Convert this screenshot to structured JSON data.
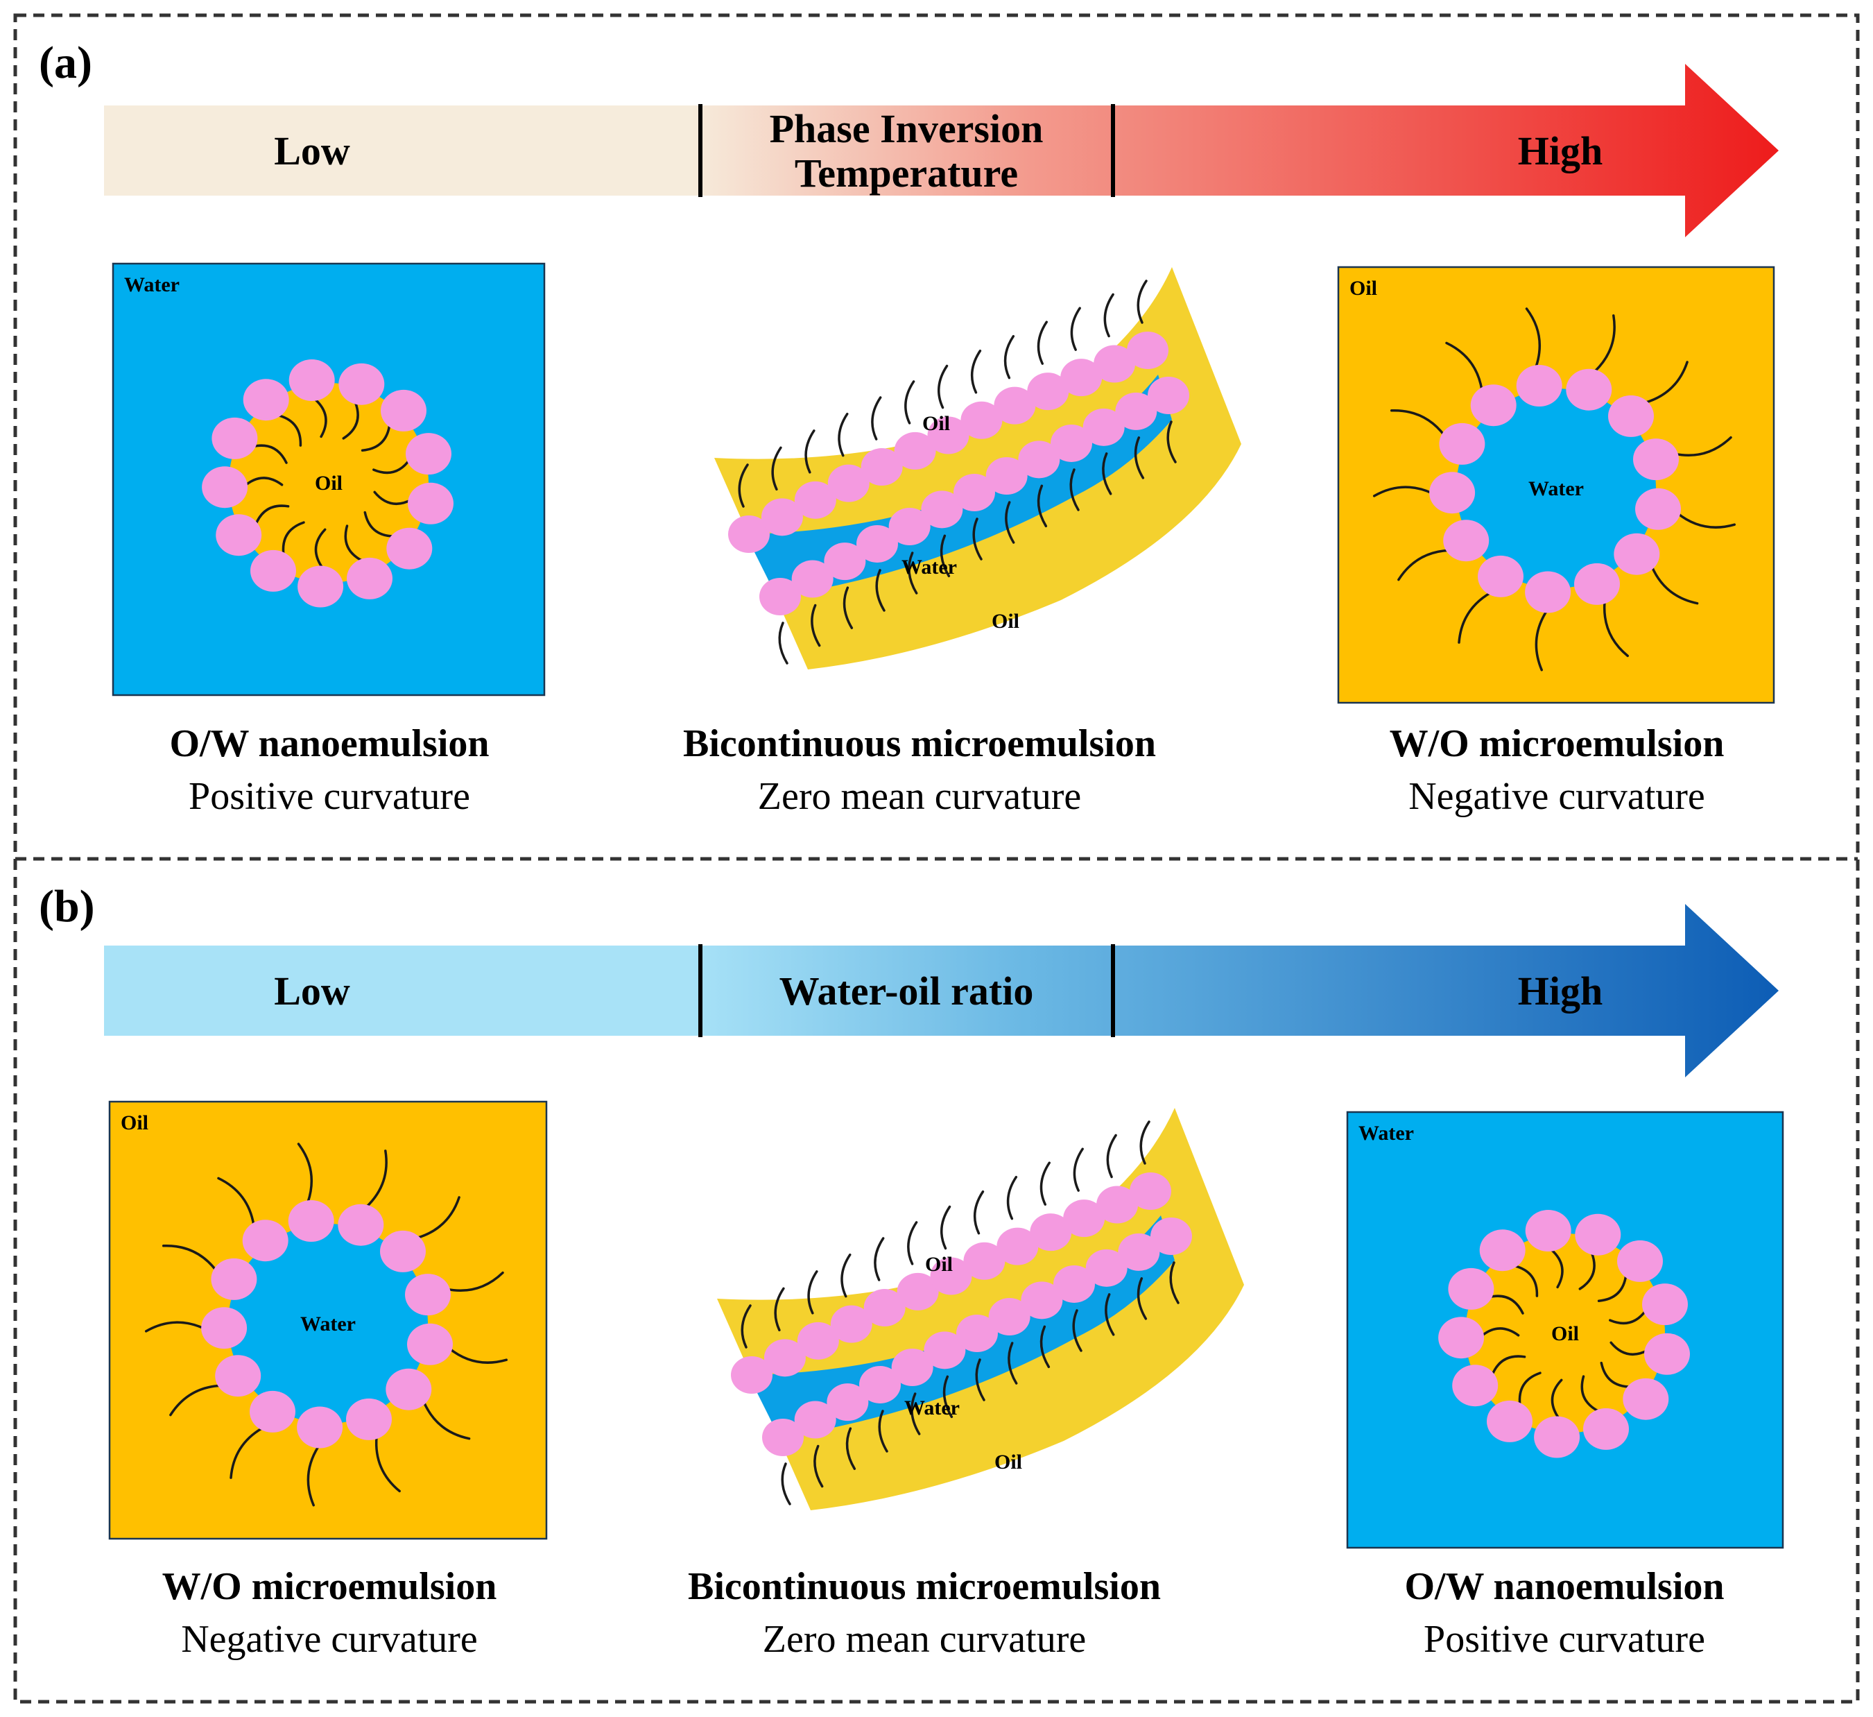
{
  "panels": [
    {
      "label": "(a)",
      "arrow": {
        "low": "Low",
        "mid_lines": [
          "Phase Inversion",
          "Temperature"
        ],
        "high": "High",
        "theme": "temperature"
      },
      "colors": {
        "bar_light": "#f6ecdc",
        "bar_mid": "#f39b8e",
        "bar_high": "#ee1c1c"
      },
      "items": [
        {
          "kind": "ow",
          "outer_label": "Water",
          "inner_label": "Oil",
          "title": "O/W nanoemulsion",
          "subtitle": "Positive curvature"
        },
        {
          "kind": "bi",
          "oil_label": "Oil",
          "water_label": "Water",
          "title": "Bicontinuous microemulsion",
          "subtitle": "Zero mean curvature"
        },
        {
          "kind": "wo",
          "outer_label": "Oil",
          "inner_label": "Water",
          "title": "W/O microemulsion",
          "subtitle": "Negative curvature"
        }
      ]
    },
    {
      "label": "(b)",
      "arrow": {
        "low": "Low",
        "mid_lines": [
          "Water-oil ratio"
        ],
        "high": "High",
        "theme": "water"
      },
      "colors": {
        "bar_light": "#a8e2f7",
        "bar_mid": "#6ab8e4",
        "bar_high": "#0d5db5"
      },
      "items": [
        {
          "kind": "wo",
          "outer_label": "Oil",
          "inner_label": "Water",
          "title": "W/O microemulsion",
          "subtitle": "Negative curvature"
        },
        {
          "kind": "bi",
          "oil_label": "Oil",
          "water_label": "Water",
          "title": "Bicontinuous microemulsion",
          "subtitle": "Zero mean curvature"
        },
        {
          "kind": "ow",
          "outer_label": "Water",
          "inner_label": "Oil",
          "title": "O/W nanoemulsion",
          "subtitle": "Positive curvature"
        }
      ]
    }
  ],
  "colors": {
    "water": "#00aeef",
    "oil": "#ffc000",
    "film": "#f4d12e",
    "head": "#f49ae0",
    "tail": "#1a1a1a",
    "divider": "#000000"
  },
  "icons": [
    "gradient-arrow-icon",
    "micelle-icon",
    "bicontinuous-film-icon"
  ]
}
